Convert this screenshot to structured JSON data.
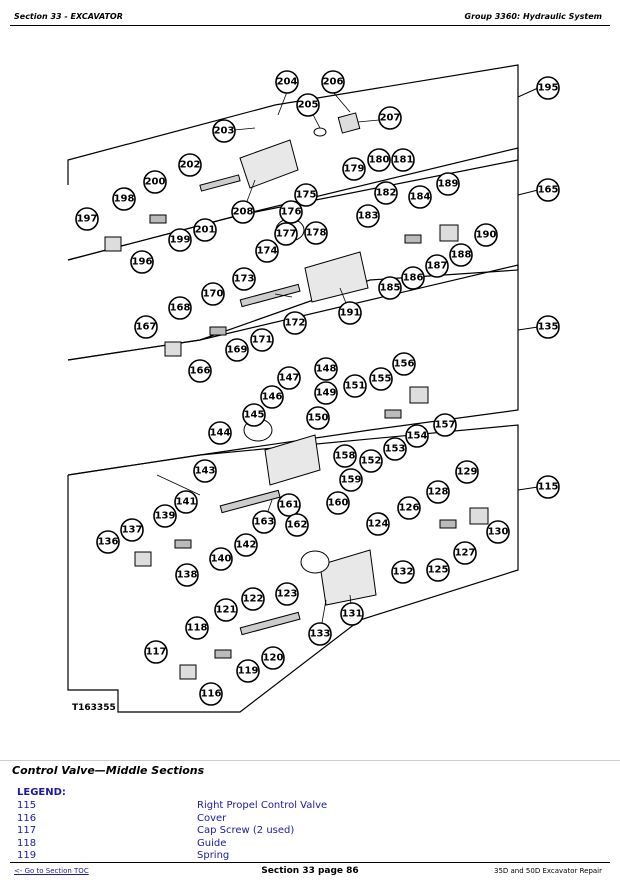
{
  "header": {
    "left": "Section 33 - EXCAVATOR",
    "right": "Group 3360: Hydraulic System"
  },
  "diagram": {
    "figure_id": "T163355",
    "callouts": [
      "115",
      "116",
      "117",
      "118",
      "119",
      "120",
      "121",
      "122",
      "123",
      "124",
      "125",
      "126",
      "127",
      "128",
      "129",
      "130",
      "131",
      "132",
      "133",
      "135",
      "136",
      "137",
      "138",
      "139",
      "140",
      "141",
      "142",
      "143",
      "144",
      "145",
      "146",
      "147",
      "148",
      "149",
      "150",
      "151",
      "152",
      "153",
      "154",
      "155",
      "156",
      "157",
      "158",
      "159",
      "160",
      "161",
      "162",
      "163",
      "165",
      "166",
      "167",
      "168",
      "169",
      "170",
      "171",
      "172",
      "173",
      "174",
      "175",
      "176",
      "177",
      "178",
      "179",
      "180",
      "181",
      "182",
      "183",
      "184",
      "185",
      "186",
      "187",
      "188",
      "189",
      "190",
      "191",
      "195",
      "196",
      "197",
      "198",
      "199",
      "200",
      "201",
      "202",
      "203",
      "204",
      "205",
      "206",
      "207",
      "208"
    ]
  },
  "section_title": "Control Valve—Middle Sections",
  "legend": {
    "heading": "LEGEND:",
    "items": [
      {
        "num": "115",
        "desc": "Right Propel Control Valve"
      },
      {
        "num": "116",
        "desc": "Cover"
      },
      {
        "num": "117",
        "desc": "Cap Screw (2 used)"
      },
      {
        "num": "118",
        "desc": "Guide"
      },
      {
        "num": "119",
        "desc": "Spring"
      }
    ]
  },
  "footer": {
    "left": "<- Go to Section TOC",
    "center": "Section 33 page 86",
    "right": "35D and 50D Excavator Repair"
  }
}
